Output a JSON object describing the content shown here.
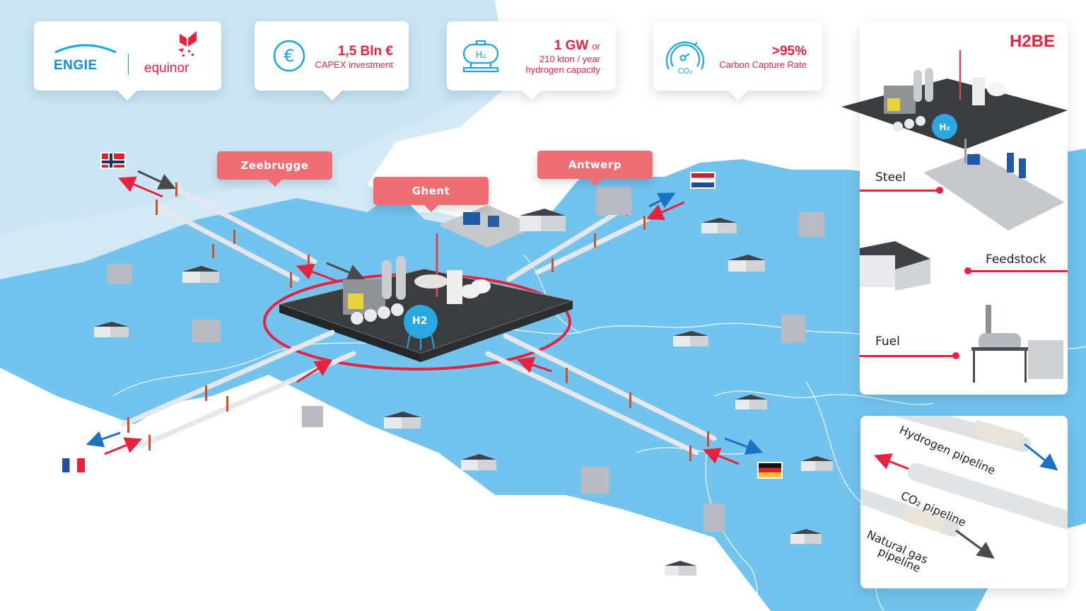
{
  "header": {
    "partners": {
      "engie": "ENGIE",
      "equinor": "equinor"
    },
    "stats": [
      {
        "id": "capex",
        "icon": "euro-icon",
        "value": "1,5 Bln €",
        "label": "CAPEX investment"
      },
      {
        "id": "capacity",
        "icon": "hydrogen-tank-icon",
        "value": "1 GW",
        "value_suffix": "or",
        "label_line1": "210 kton / year",
        "label_line2": "hydrogen capacity"
      },
      {
        "id": "capture",
        "icon": "co2-gauge-icon",
        "value": ">95%",
        "label": "Carbon Capture Rate"
      }
    ]
  },
  "map": {
    "cities": [
      {
        "name": "Zeebrugge"
      },
      {
        "name": "Ghent"
      },
      {
        "name": "Antwerp"
      }
    ],
    "countries": [
      {
        "name": "Norway",
        "flag": "norway-flag"
      },
      {
        "name": "Netherlands",
        "flag": "netherlands-flag"
      },
      {
        "name": "France",
        "flag": "france-flag"
      },
      {
        "name": "Germany",
        "flag": "germany-flag"
      }
    ],
    "hub_label": "H2",
    "colors": {
      "land": "#72c3ee",
      "sea": "#cfe8f5",
      "accent_red": "#e8213e",
      "hydrogen_blue": "#1a73c2",
      "gas_dark": "#4a4a4a",
      "city_label": "#ee6e74"
    }
  },
  "side_panel": {
    "title": "H2BE",
    "hub_label": "H2",
    "offtakers": [
      {
        "label": "Steel"
      },
      {
        "label": "Feedstock"
      },
      {
        "label": "Fuel"
      }
    ]
  },
  "legend": {
    "items": [
      {
        "label": "Hydrogen pipeline",
        "color": "#1a73c2"
      },
      {
        "label": "CO₂ pipeline",
        "color": "#e8213e"
      },
      {
        "label_line1": "Natural gas",
        "label_line2": "pipeline",
        "color": "#4a4a4a"
      }
    ]
  }
}
